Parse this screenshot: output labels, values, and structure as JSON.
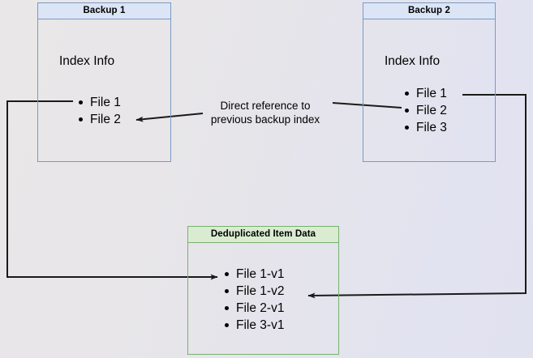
{
  "diagram": {
    "title_hidden": "",
    "background": {
      "gradient_start": "#e9e7e7",
      "gradient_end": "#e1e2f0"
    },
    "colors": {
      "blue_border": "#7a9ac4",
      "blue_header": "#dbe5f6",
      "green_border": "#79b070",
      "green_header": "#d9ecd1",
      "connector": "#1a1a1a"
    },
    "nodes": [
      {
        "id": "backup1",
        "header": "Backup 1",
        "body_label": "Index Info",
        "items": [
          "File 1",
          "File 2"
        ]
      },
      {
        "id": "backup2",
        "header": "Backup 2",
        "body_label": "Index Info",
        "items": [
          "File 1",
          "File 2",
          "File 3"
        ]
      },
      {
        "id": "dedup",
        "header": "Deduplicated Item Data",
        "body_label": "",
        "items": [
          "File 1-v1",
          "File 1-v2",
          "File 2-v1",
          "File 3-v1"
        ]
      }
    ],
    "annotations": [
      {
        "id": "direct-reference",
        "line1": "Direct reference to",
        "line2": "previous backup index"
      }
    ]
  }
}
